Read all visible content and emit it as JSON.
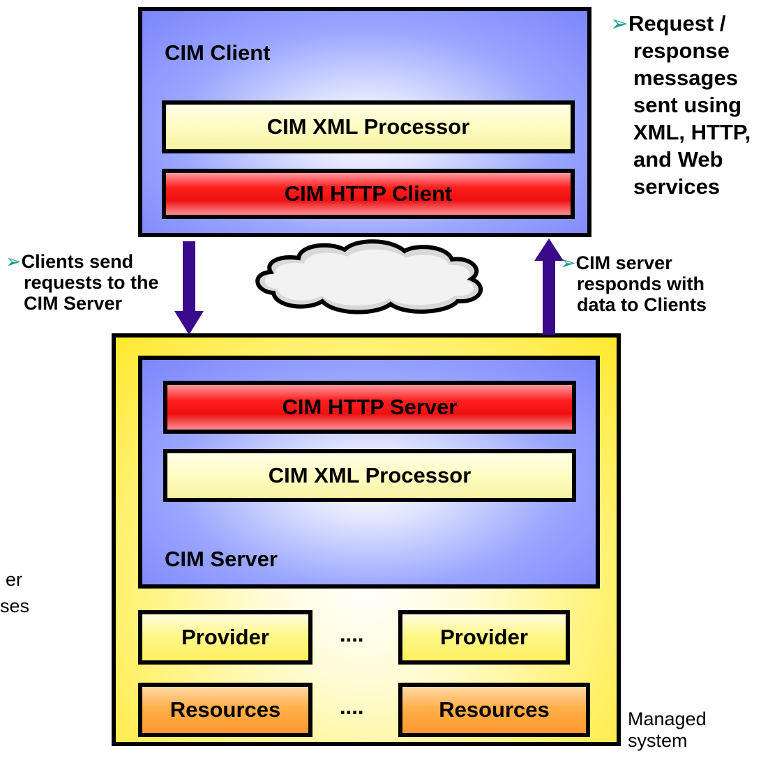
{
  "client": {
    "title": "CIM Client",
    "xml_processor": "CIM XML Processor",
    "http_client": "CIM HTTP Client"
  },
  "server": {
    "title": "CIM Server",
    "http_server": "CIM HTTP Server",
    "xml_processor": "CIM XML Processor"
  },
  "providers": [
    "Provider",
    "Provider"
  ],
  "resources": [
    "Resources",
    "Resources"
  ],
  "ellipsis": "....",
  "notes": {
    "request_response": [
      "Request /",
      "response",
      "messages",
      "sent using",
      "XML, HTTP,",
      "and Web",
      "services"
    ],
    "clients_send": [
      "Clients send",
      "requests to the",
      "CIM Server"
    ],
    "server_responds": [
      "CIM server",
      "responds with",
      "data to Clients"
    ],
    "managed_system": [
      "Managed",
      "system"
    ],
    "cut_left": [
      "er",
      "ses"
    ]
  },
  "bullet_glyph": "➢",
  "colors": {
    "arrow": "#3a0a8c",
    "bullet": "#1a9c8f",
    "client_blue": "#7b86fb",
    "system_yellow": "#ffe82e",
    "http_red": "#ff1f1f",
    "resources_orange": "#ff9830"
  }
}
